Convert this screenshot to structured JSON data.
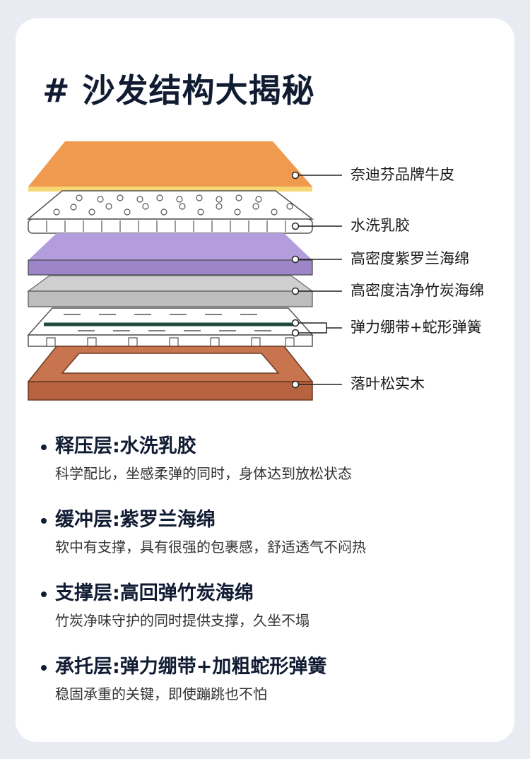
{
  "title": "# 沙发结构大揭秘",
  "layers": [
    {
      "label": "奈迪芬品牌牛皮",
      "color": "#ef9a4f"
    },
    {
      "label": "水洗乳胶",
      "color": "#ffffff"
    },
    {
      "label": "高密度紫罗兰海绵",
      "color": "#b39ddc"
    },
    {
      "label": "高密度洁净竹炭海绵",
      "color": "#c8c8c8"
    },
    {
      "label": "弹力绷带+蛇形弹簧",
      "color": "#ffffff"
    },
    {
      "label": "落叶松实木",
      "color": "#c8744f"
    }
  ],
  "sections": [
    {
      "head": "释压层:水洗乳胶",
      "desc": "科学配比，坐感柔弹的同时，身体达到放松状态"
    },
    {
      "head": "缓冲层:紫罗兰海绵",
      "desc": "软中有支撑，具有很强的包裹感，舒适透气不闷热"
    },
    {
      "head": "支撑层:高回弹竹炭海绵",
      "desc": "竹炭净味守护的同时提供支撑，久坐不塌"
    },
    {
      "head": "承托层:弹力绷带+加粗蛇形弹簧",
      "desc": "稳固承重的关键，即使蹦跳也不怕"
    }
  ]
}
